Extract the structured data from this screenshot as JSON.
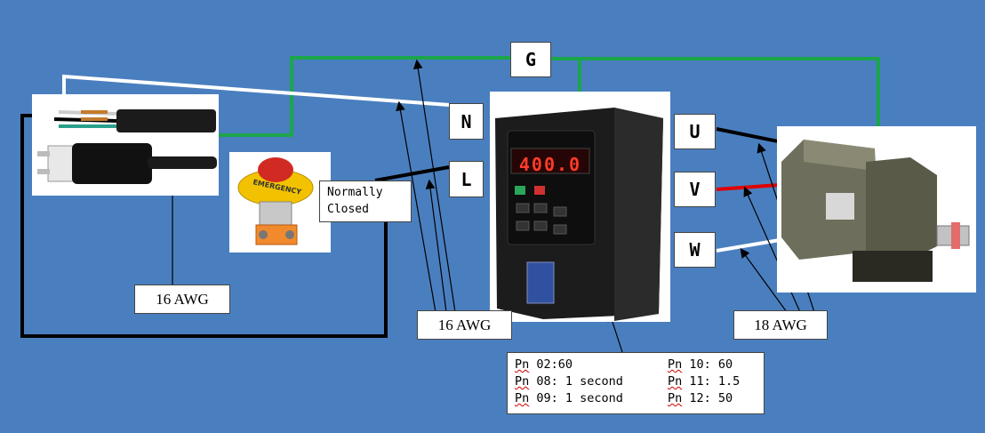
{
  "wire_labels": {
    "g": "G",
    "n": "N",
    "l": "L",
    "u": "U",
    "v": "V",
    "w": "W"
  },
  "gauge_labels": {
    "plug": "16 AWG",
    "vfd_input": "16 AWG",
    "motor": "18 AWG"
  },
  "switch_note": {
    "line1": "Normally",
    "line2": "Closed"
  },
  "vfd_display": "400.0",
  "parameters": [
    {
      "prefix": "Pn",
      "text": " 02:60"
    },
    {
      "prefix": "Pn",
      "text": " 10: 60"
    },
    {
      "prefix": "Pn",
      "text": " 08: 1 second"
    },
    {
      "prefix": "Pn",
      "text": " 11: 1.5"
    },
    {
      "prefix": "Pn",
      "text": " 09: 1 second"
    },
    {
      "prefix": "Pn",
      "text": " 12: 50"
    }
  ],
  "switch_text": "EMERGENCY",
  "colors": {
    "background": "#4a7fbf",
    "ground_wire": "#1aa64a",
    "neutral_wire": "#ffffff",
    "line_wire": "#000000",
    "v_wire": "#e00000"
  }
}
